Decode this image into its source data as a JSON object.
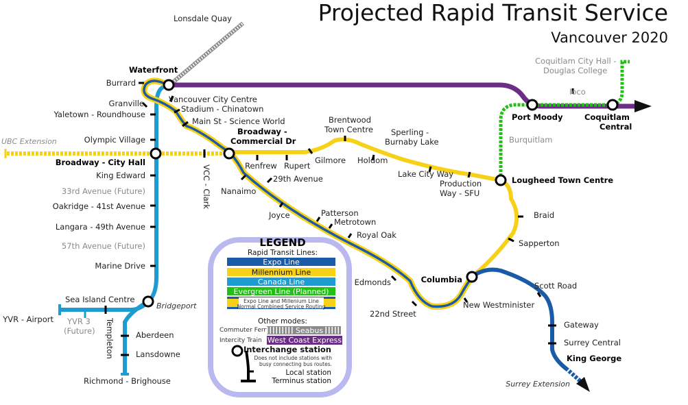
{
  "title": "Projected Rapid Transit Service",
  "subtitle": "Vancouver 2020",
  "colors": {
    "expo": "#1a5aa6",
    "millennium": "#f7d117",
    "canada": "#1e9bd0",
    "evergreen": "#22c016",
    "wce": "#6b2d86",
    "seabus": "#8a8a8a",
    "legend_bg": "#b9b9f0"
  },
  "stations": {
    "lonsdale_quay": "Lonsdale Quay",
    "waterfront": "Waterfront",
    "burrard": "Burrard",
    "granville": "Granville",
    "yaletown": "Yaletown - Roundhouse",
    "vancouver_city_centre": "Vancouver City Centre",
    "stadium": "Stadium - Chinatown",
    "main_st": "Main St - Science World",
    "olympic_village": "Olympic Village",
    "ubc_extension": "UBC Extension",
    "broadway_city_hall": "Broadway - City Hall",
    "vcc_clark": "VCC - Clark",
    "broadway_commercial_1": "Broadway -",
    "broadway_commercial_2": "Commercial Dr",
    "renfrew": "Renfrew",
    "rupert": "Rupert",
    "gilmore": "Gilmore",
    "brentwood_1": "Brentwood",
    "brentwood_2": "Town Centre",
    "holdom": "Holdom",
    "sperling_1": "Sperling -",
    "sperling_2": "Burnaby Lake",
    "lake_city": "Lake City Way",
    "production_1": "Production",
    "production_2": "Way - SFU",
    "lougheed": "Lougheed Town Centre",
    "king_edward": "King Edward",
    "ave33": "33rd Avenue (Future)",
    "oakridge": "Oakridge - 41st Avenue",
    "langara": "Langara - 49th Avenue",
    "ave57": "57th Avenue (Future)",
    "marine_drive": "Marine Drive",
    "nanaimo": "Nanaimo",
    "ave29": "29th Avenue",
    "joyce": "Joyce",
    "patterson": "Patterson",
    "metrotown": "Metrotown",
    "royal_oak": "Royal Oak",
    "edmonds": "Edmonds",
    "street22": "22nd Street",
    "columbia": "Columbia",
    "new_west": "New Westminister",
    "sapperton": "Sapperton",
    "braid": "Braid",
    "scott_road": "Scott Road",
    "gateway": "Gateway",
    "surrey_central": "Surrey Central",
    "king_george": "King George",
    "surrey_ext": "Surrey Extension",
    "sea_island": "Sea Island Centre",
    "bridgeport": "Bridgeport",
    "yvr_airport": "YVR - Airport",
    "yvr3_1": "YVR 3",
    "yvr3_2": "(Future)",
    "templeton": "Templeton",
    "aberdeen": "Aberdeen",
    "lansdowne": "Lansdowne",
    "richmond": "Richmond - Brighouse",
    "coq_city_hall_1": "Coquitlam City Hall -",
    "coq_city_hall_2": "Douglas College",
    "ioco": "Ioco",
    "port_moody": "Port Moody",
    "coq_central_1": "Coquitlam",
    "coq_central_2": "Central",
    "burquitlam": "Burquitlam"
  },
  "legend": {
    "heading": "LEGEND",
    "rapid_lines": "Rapid Transit Lines:",
    "expo": "Expo Line",
    "millennium": "Millennium Line",
    "canada": "Canada Line",
    "evergreen": "Evergreen Line (Planned)",
    "combined": "Expo Line and Millenium Line",
    "combined_sub": "Normal Combined Service Routing",
    "other_modes": "Other modes:",
    "commuter_ferry": "Commuter Ferry",
    "seabus": "Seabus",
    "intercity_train": "Intercity Train",
    "wce": "West Coast Express",
    "interchange": "Interchange station",
    "interchange_note_1": "Does not include stations with",
    "interchange_note_2": "busy connecting bus routes.",
    "local": "Local station",
    "terminus": "Terminus station"
  }
}
